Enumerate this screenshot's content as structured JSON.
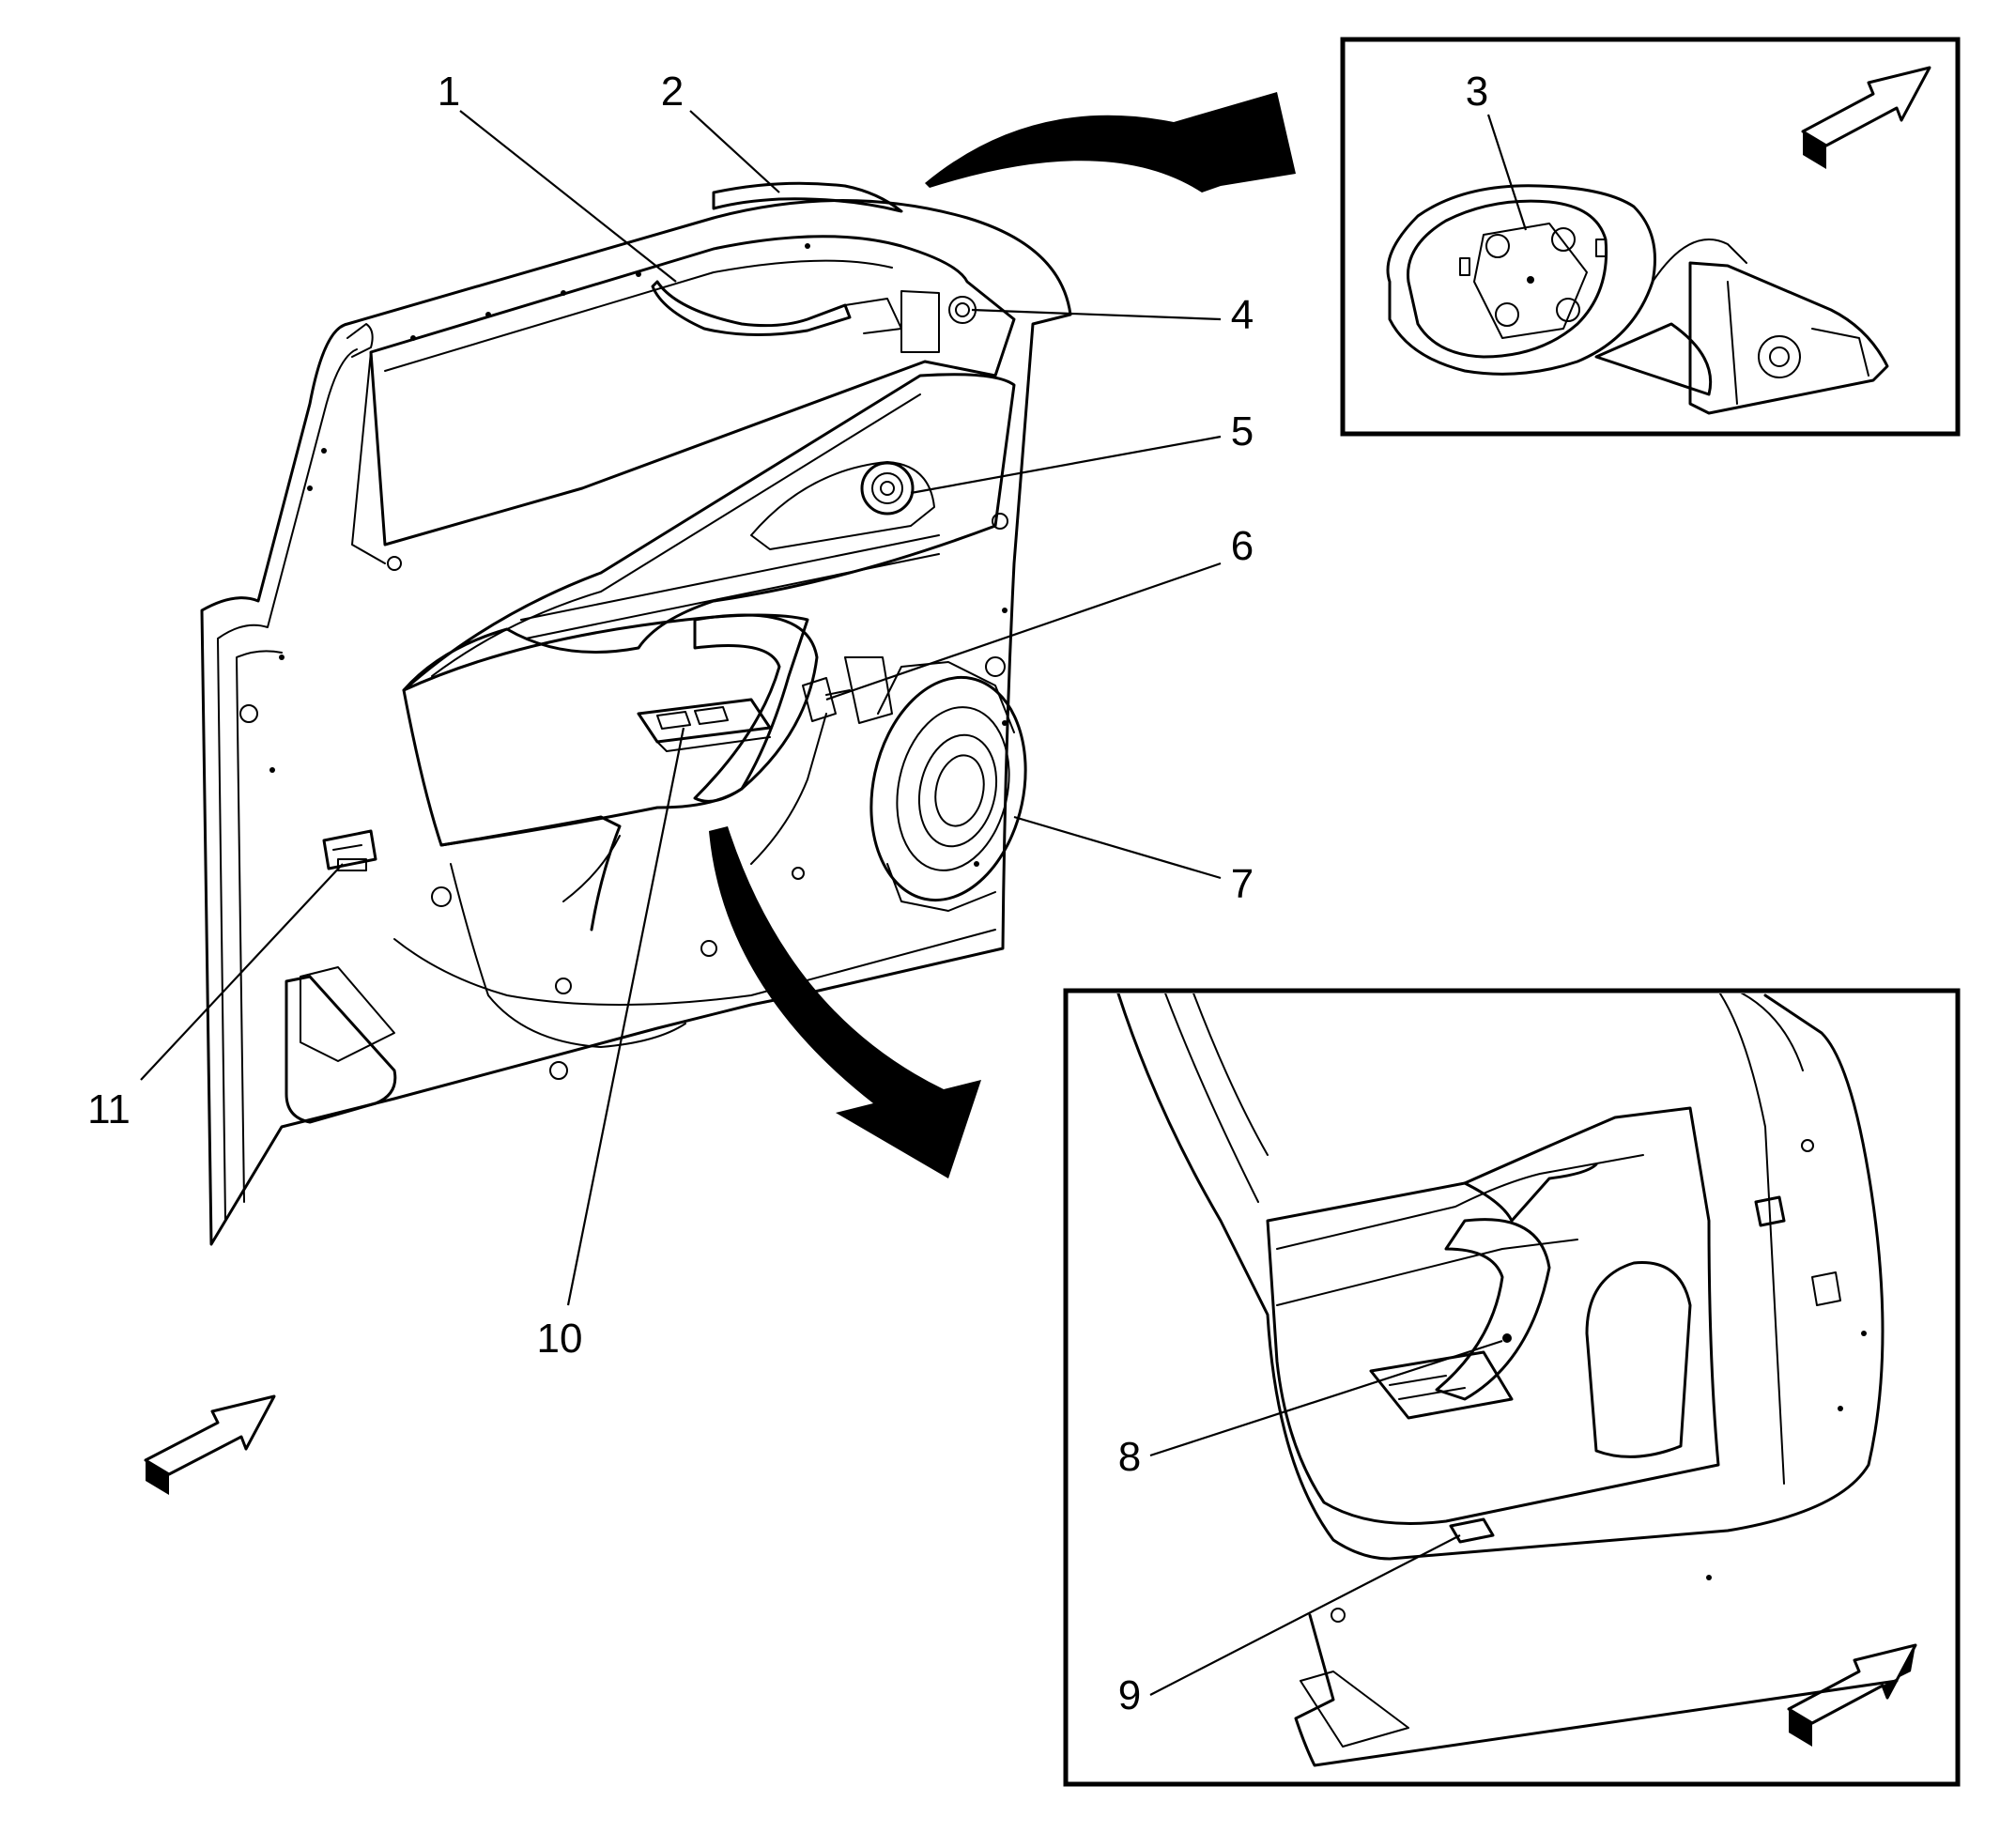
{
  "callouts": [
    {
      "id": "1",
      "label": "1"
    },
    {
      "id": "2",
      "label": "2"
    },
    {
      "id": "3",
      "label": "3"
    },
    {
      "id": "4",
      "label": "4"
    },
    {
      "id": "5",
      "label": "5"
    },
    {
      "id": "6",
      "label": "6"
    },
    {
      "id": "7",
      "label": "7"
    },
    {
      "id": "8",
      "label": "8"
    },
    {
      "id": "9",
      "label": "9"
    },
    {
      "id": "10",
      "label": "10"
    },
    {
      "id": "11",
      "label": "11"
    }
  ],
  "icons": {
    "direction_arrow": "front-direction-arrow-icon",
    "curved_arrow": "curved-detail-arrow-icon"
  },
  "colors": {
    "ink": "#000000",
    "paper": "#ffffff"
  }
}
